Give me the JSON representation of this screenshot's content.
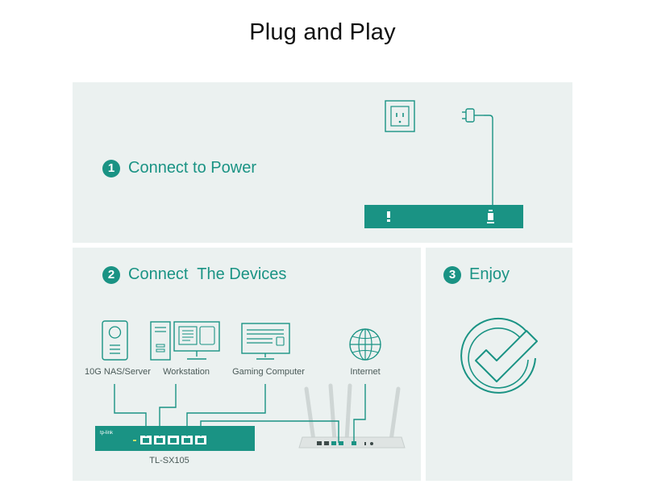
{
  "title": "Plug and Play",
  "steps": [
    {
      "number": "1",
      "label": "Connect to Power"
    },
    {
      "number": "2",
      "label": "Connect  The Devices"
    },
    {
      "number": "3",
      "label": "Enjoy"
    }
  ],
  "devices": {
    "nas": "10G NAS/Server",
    "workstation": "Workstation",
    "gaming": "Gaming Computer",
    "internet": "Internet"
  },
  "switch_model": "TL-SX105",
  "brand_logo": "tp-link",
  "colors": {
    "teal": "#1a9384",
    "panel_bg": "#ebf1f0",
    "line": "#1a9384"
  },
  "icons": [
    "power-outlet-icon",
    "power-plug-icon",
    "nas-server-icon",
    "workstation-icon",
    "gaming-computer-icon",
    "globe-icon",
    "router-icon",
    "switch-icon",
    "checkmark-circle-icon"
  ]
}
